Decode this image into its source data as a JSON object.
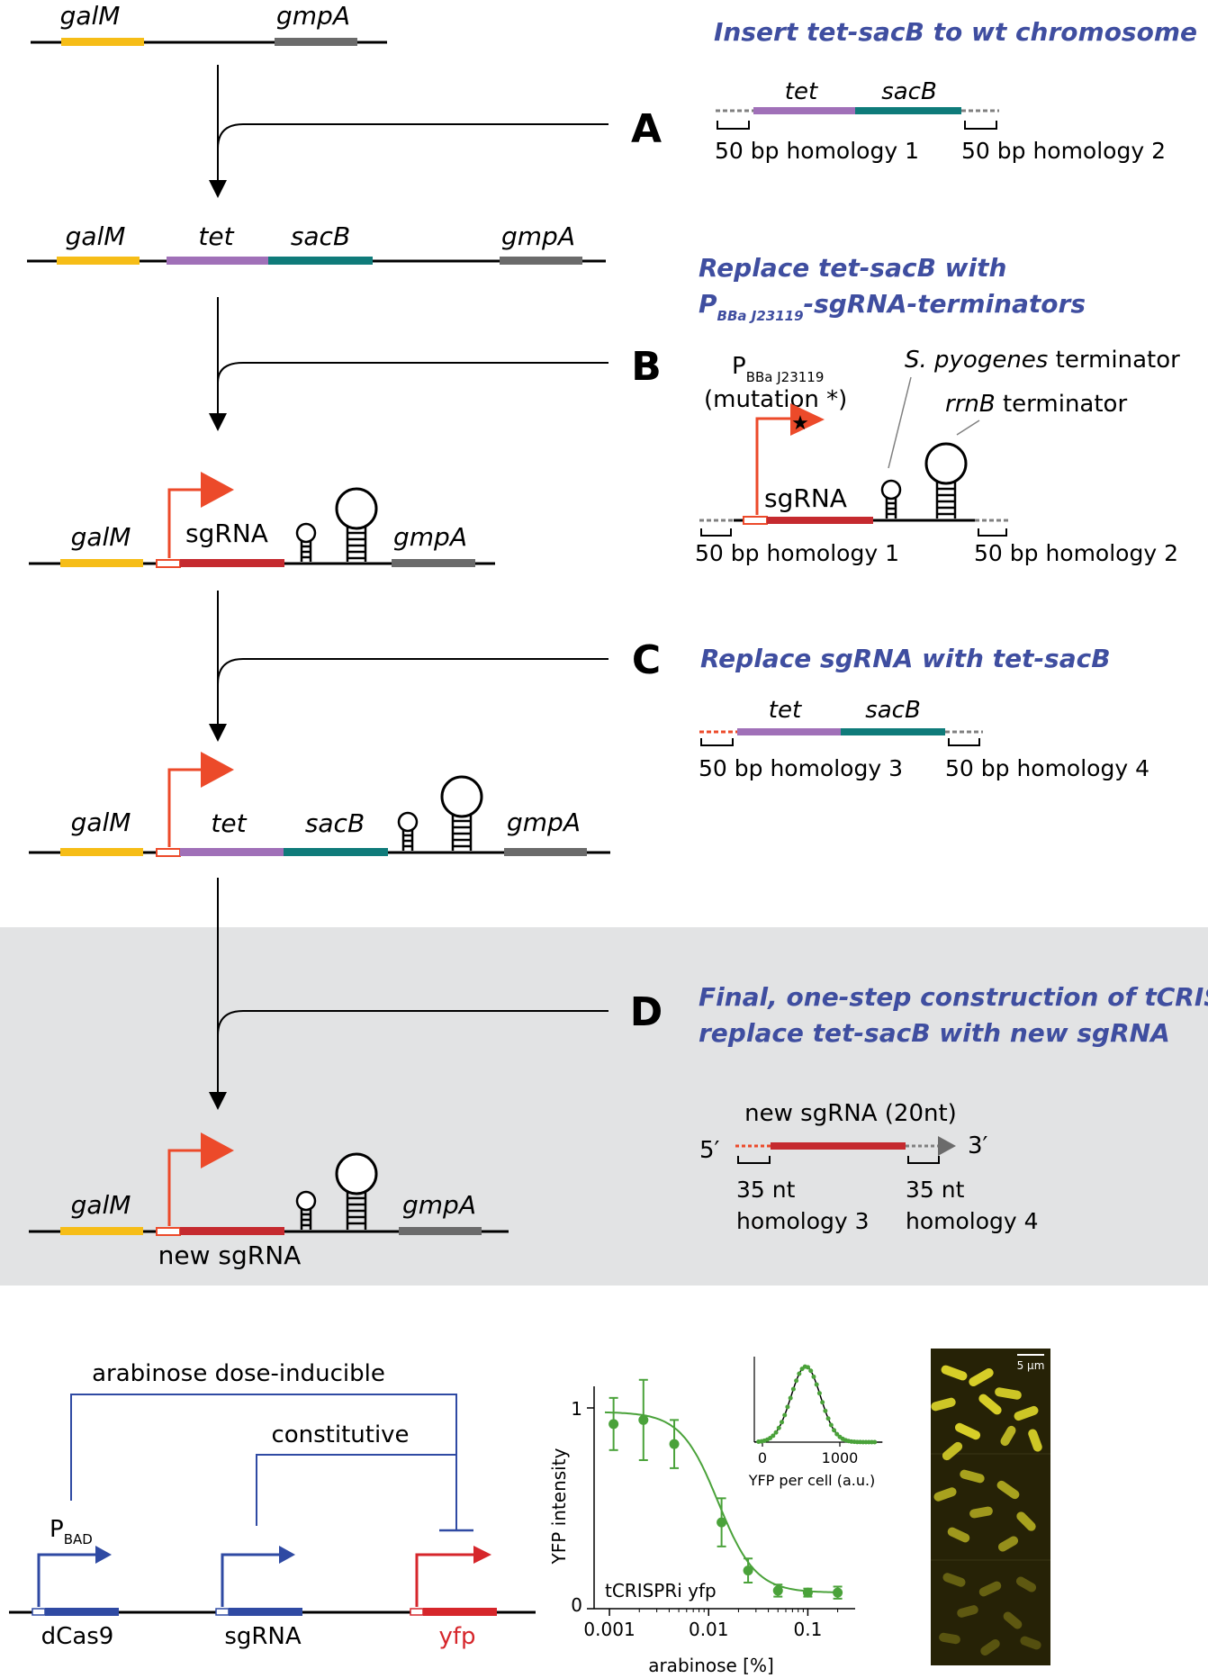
{
  "colors": {
    "galM": "#f6bd17",
    "tet": "#a070b8",
    "sacB": "#0f7b7a",
    "gmpA": "#6b6b6b",
    "sgRNA": "#c52a2f",
    "promoter": "#ec4a2a",
    "heading": "#3f4ea0",
    "circuit": "#2f4aa3",
    "yfp_red": "#d6262b",
    "plot_green": "#4aa23a",
    "shade": "#e2e3e4"
  },
  "genes": {
    "galM": "galM",
    "gmpA": "gmpA",
    "tet": "tet",
    "sacB": "sacB",
    "sgRNA": "sgRNA",
    "new_sgRNA": "new sgRNA"
  },
  "steps": [
    {
      "letter": "A",
      "title": "Insert tet-sacB to wt chromosome",
      "homology_left": "50 bp homology 1",
      "homology_right": "50 bp homology 2"
    },
    {
      "letter": "B",
      "title_line1": "Replace tet-sacB with",
      "title_line2_sub": "BBa J23119",
      "title_line2_rest": "-sgRNA-terminators",
      "promoter_sub": "BBa J23119",
      "mutation": "(mutation *)",
      "spy_term_italic": "S. pyogenes",
      "spy_term_rest": " terminator",
      "rrnb_italic": "rrnB",
      "rrnb_rest": " terminator",
      "homology_left": "50 bp homology 1",
      "homology_right": "50 bp homology 2"
    },
    {
      "letter": "C",
      "title": "Replace sgRNA with tet-sacB",
      "homology_left": "50 bp homology 3",
      "homology_right": "50 bp homology 4"
    },
    {
      "letter": "D",
      "title_line1": "Final, one-step construction of tCRISPRi:",
      "title_line2": "replace tet-sacB with new sgRNA",
      "oligo_label": "new sgRNA (20nt)",
      "five_prime": "5′",
      "three_prime": "3′",
      "left_hom_1": "35 nt",
      "left_hom_2": "homology 3",
      "right_hom_1": "35 nt",
      "right_hom_2": "homology 4"
    }
  ],
  "circuit": {
    "arabinose_label": "arabinose dose-inducible",
    "constitutive_label": "constitutive",
    "pbad_sub": "BAD",
    "genes": [
      "dCas9",
      "sgRNA",
      "yfp"
    ]
  },
  "chart_data": {
    "type": "scatter",
    "xlabel": "arabinose [%]",
    "ylabel": "YFP intensity",
    "xscale": "log",
    "xlim": [
      0.0007,
      0.3
    ],
    "ylim": [
      0,
      1.1
    ],
    "xticks": [
      "0.001",
      "0.01",
      "0.1"
    ],
    "yticks": [
      "0",
      "1"
    ],
    "annotation": "tCRISPRi yfp",
    "series": [
      {
        "x": [
          0.0011,
          0.0022,
          0.0045,
          0.0135,
          0.025,
          0.05,
          0.1,
          0.2
        ],
        "y": [
          0.92,
          0.94,
          0.82,
          0.43,
          0.19,
          0.09,
          0.08,
          0.08
        ],
        "err": [
          0.13,
          0.2,
          0.12,
          0.12,
          0.06,
          0.03,
          0.02,
          0.03
        ]
      }
    ],
    "inset": {
      "xlabel": "YFP per cell (a.u.)",
      "xticks": [
        "0",
        "1000"
      ]
    }
  },
  "micrograph": {
    "scale_bar": "5 µm"
  }
}
